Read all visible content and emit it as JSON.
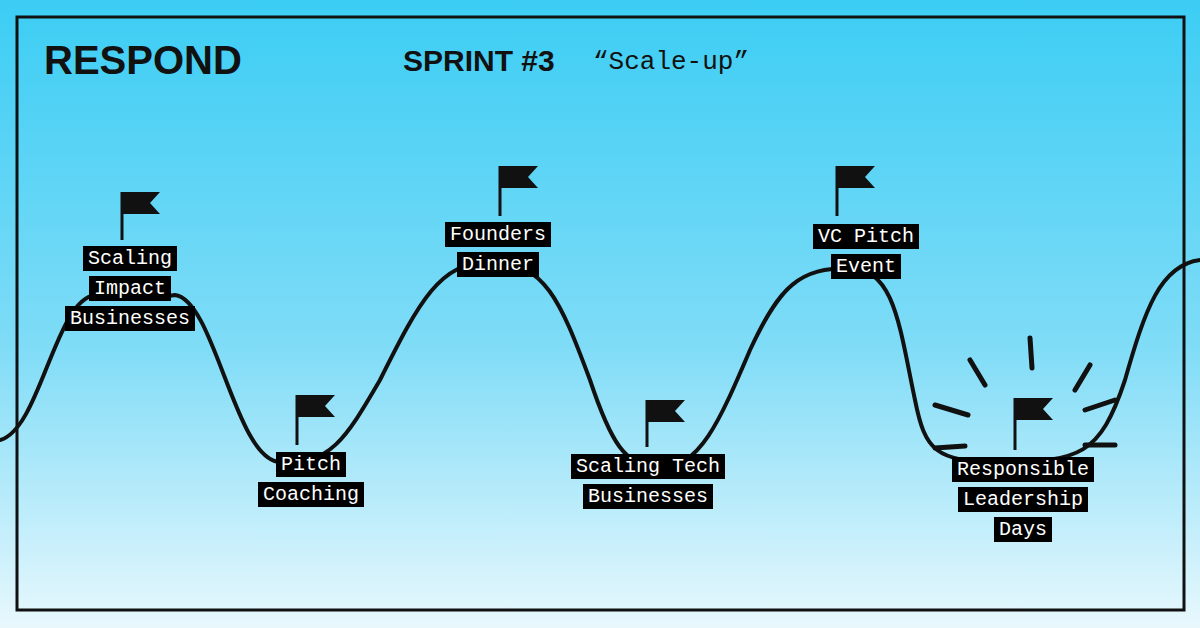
{
  "diagram": {
    "title": "SPRINT #3",
    "nodes": [
      {
        "text": [
          "Scaling Impact Businesses"
        ]
      },
      {
        "text": [
          "Pitch Coaching"
        ]
      },
      {
        "text": [
          "Founders Dinner"
        ]
      },
      {
        "text": [
          "Scaling Tech Businesses"
        ]
      },
      {
        "text": [
          "VC Pitch Event"
        ]
      },
      {
        "text": [
          "Responsible Leadership Days"
        ]
      }
    ],
    "labels": [
      "RESPOND",
      "“Scale-up”"
    ]
  }
}
